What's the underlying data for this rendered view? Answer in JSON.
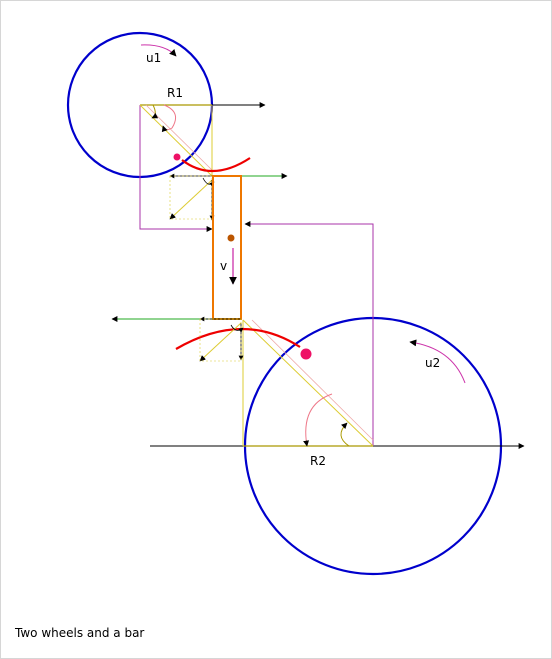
{
  "labels": {
    "wheel1_speed": "u1",
    "wheel1_radius": "R1",
    "wheel2_speed": "u2",
    "wheel2_radius": "R2",
    "bar_velocity": "v"
  },
  "caption": "Two wheels and a bar",
  "colors": {
    "wheel": "#0000cc",
    "contact_arc": "#ee0000",
    "bar": "#ee7700",
    "velocity_arrow": "#22aa22",
    "construction": "#aa33aa",
    "guide": "#ddcc33",
    "guide_light": "#eeaaaa",
    "center_mark": "#ee1166",
    "bar_center": "#bb5500",
    "axis": "#000000"
  }
}
